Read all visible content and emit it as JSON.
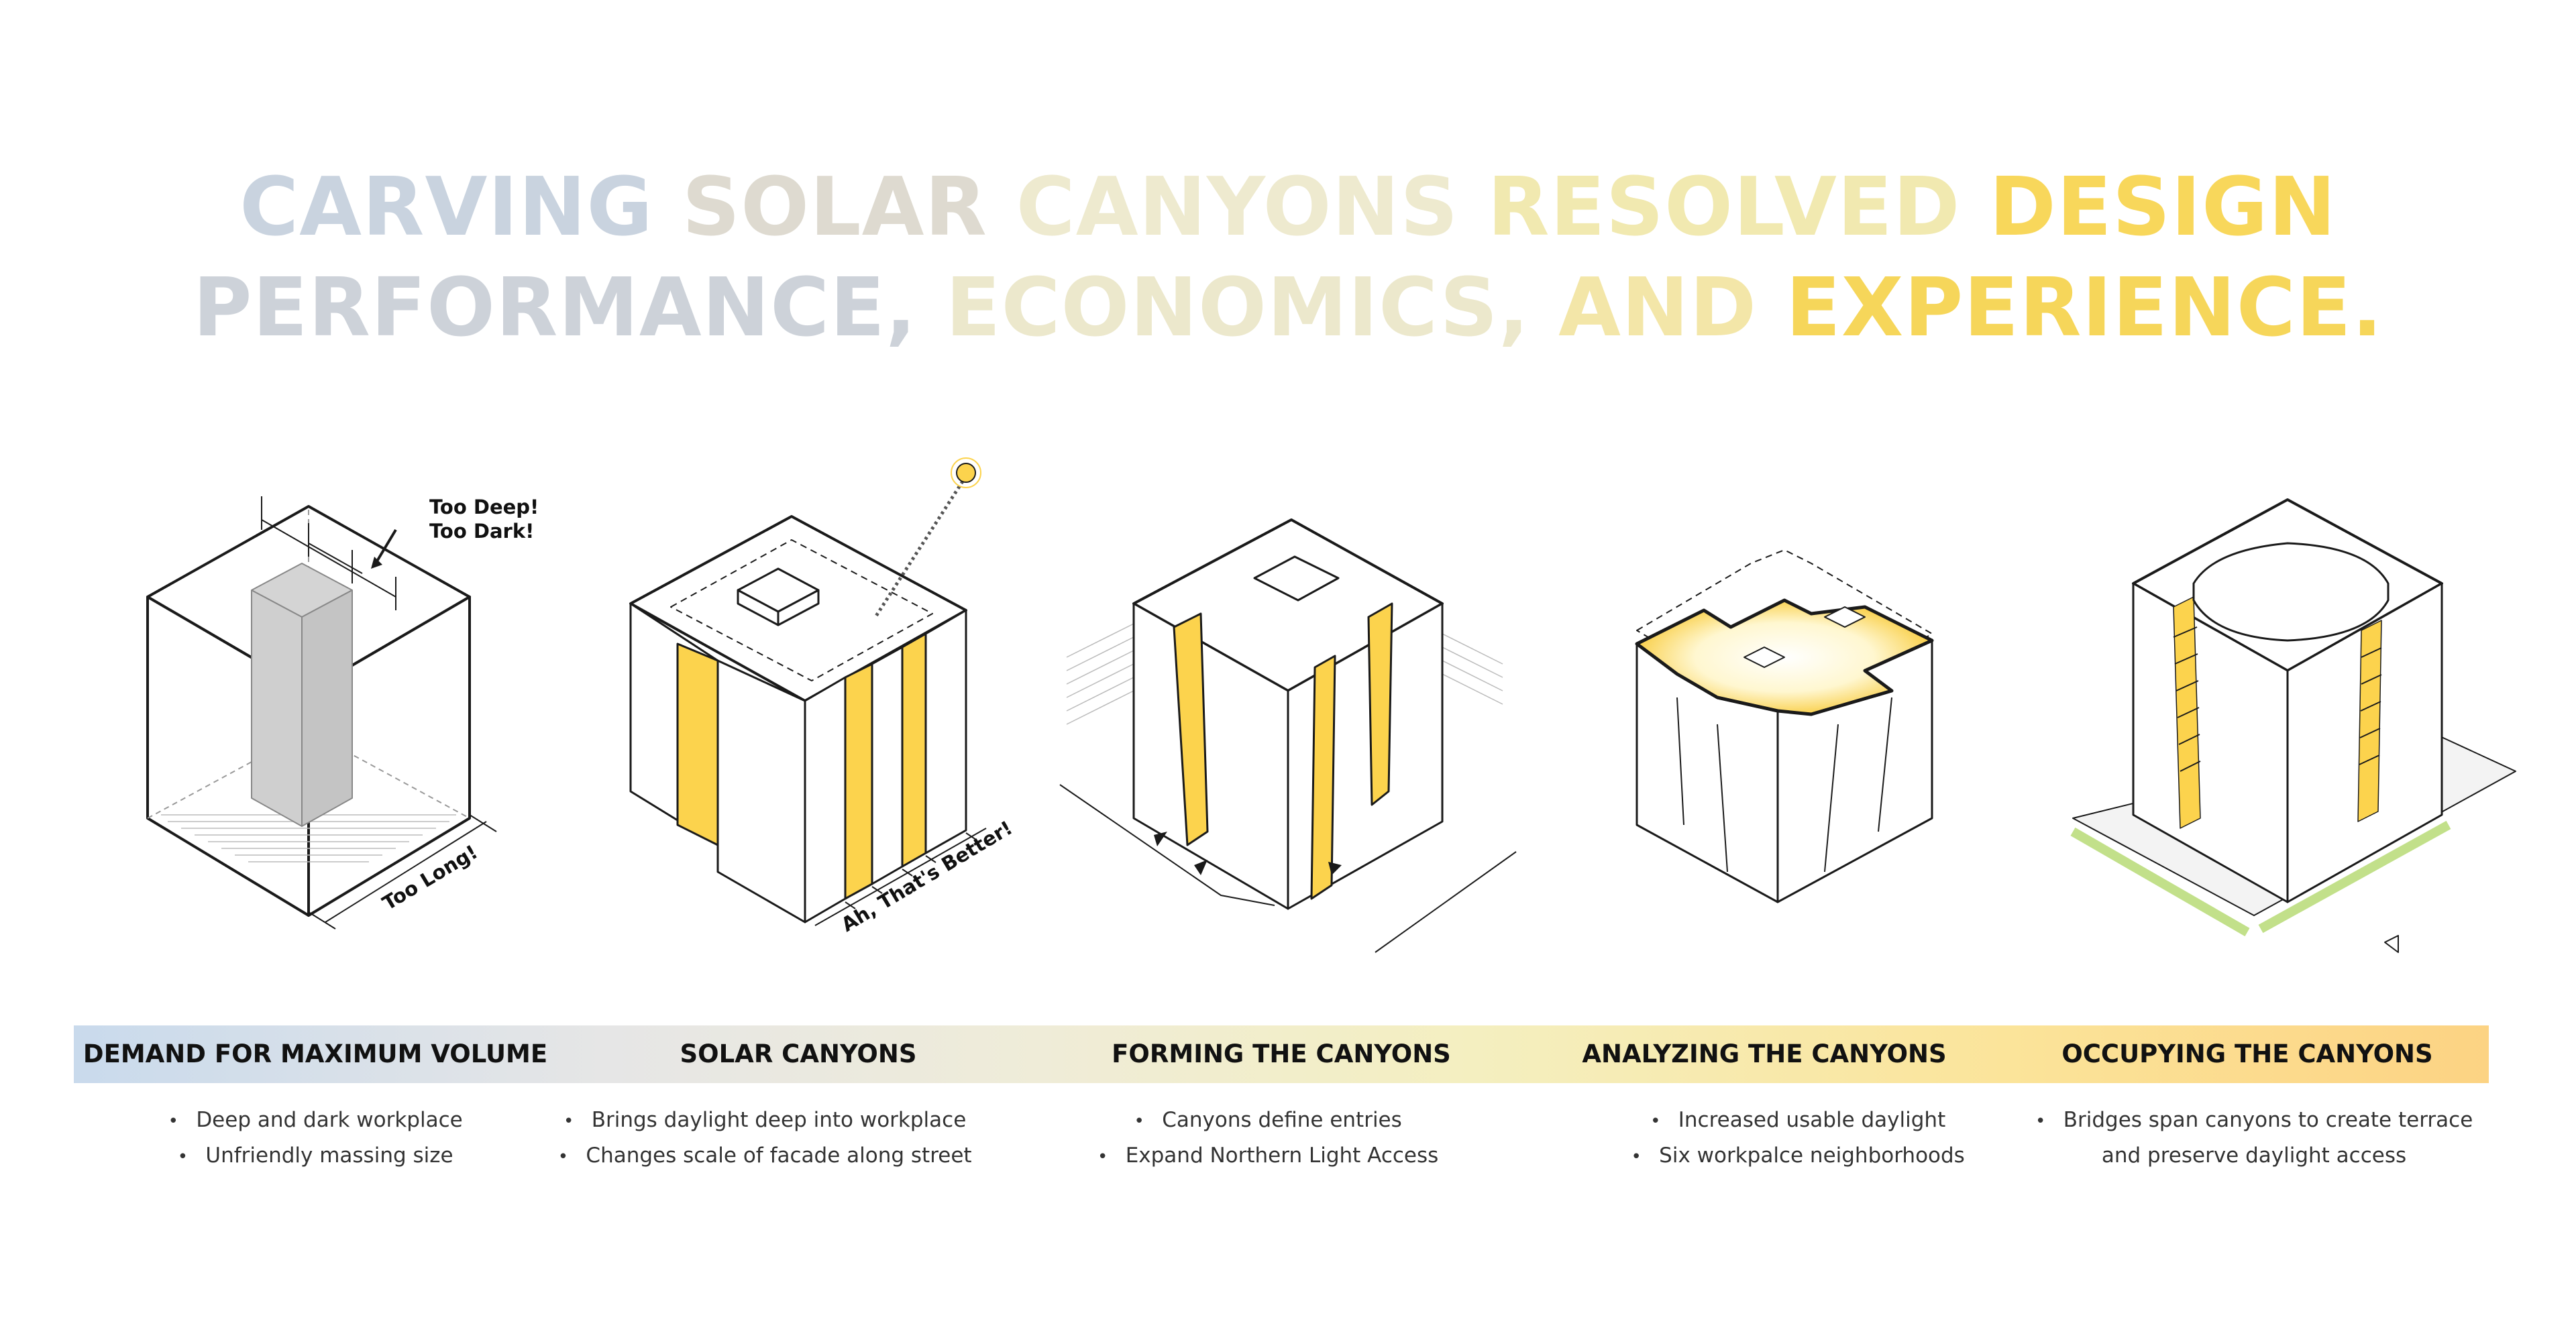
{
  "headline": {
    "line1": [
      {
        "text": "CARVING",
        "color": "#c9d3df"
      },
      {
        "text": "SOLAR",
        "color": "#dedad0"
      },
      {
        "text": "CANYONS",
        "color": "#eeeacf"
      },
      {
        "text": "RESOLVED",
        "color": "#f1e9b0"
      },
      {
        "text": "DESIGN",
        "color": "#f8d75b"
      }
    ],
    "line2": [
      {
        "text": "PERFORMANCE,",
        "color": "#cdd2d9"
      },
      {
        "text": "ECONOMICS,",
        "color": "#ece8cc"
      },
      {
        "text": "AND",
        "color": "#f3e6a8"
      },
      {
        "text": "EXPERIENCE.",
        "color": "#f6d65a"
      }
    ]
  },
  "diagrams": {
    "d1": {
      "label_top_1": "Too Deep!",
      "label_top_2": "Too Dark!",
      "label_bottom": "Too Long!"
    },
    "d2": {
      "label_bottom": "Ah, That's Better!"
    }
  },
  "steps": [
    {
      "title": "DEMAND FOR MAXIMUM VOLUME",
      "bullets": [
        "Deep and dark workplace",
        "Unfriendly massing size"
      ]
    },
    {
      "title": "SOLAR CANYONS",
      "bullets": [
        "Brings daylight deep into workplace",
        "Changes scale of facade along street"
      ]
    },
    {
      "title": "FORMING THE CANYONS",
      "bullets": [
        "Canyons define entries",
        "Expand Northern Light Access"
      ]
    },
    {
      "title": "ANALYZING THE CANYONS",
      "bullets": [
        "Increased usable daylight",
        "Six workpalce neighborhoods"
      ]
    },
    {
      "title": "OCCUPYING THE CANYONS",
      "bullets": [
        "Bridges span canyons to create terrace"
      ],
      "bullet_continuation": "and preserve daylight access"
    }
  ],
  "colors": {
    "accent_yellow": "#fcd34d",
    "line": "#1a1a1a",
    "grey_core": "#d4d4d4",
    "green": "#c2e08a"
  },
  "icons": {
    "bullet": "•",
    "sun": "sun-icon",
    "entry_arrow": "triangle-arrow-icon"
  }
}
